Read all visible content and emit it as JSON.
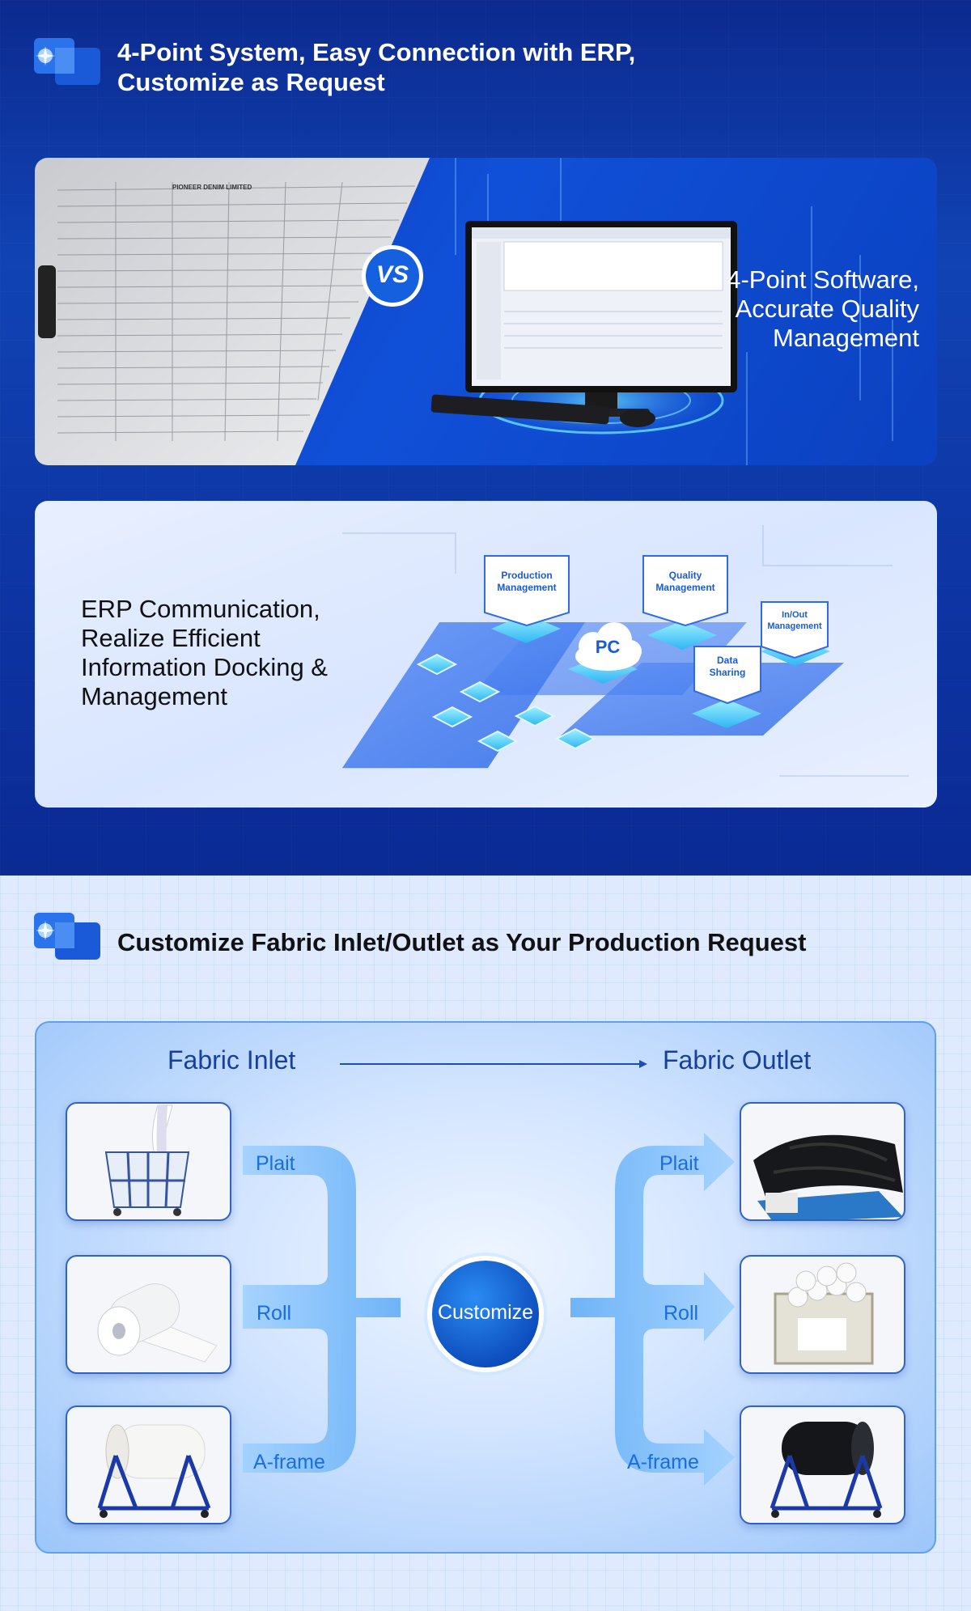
{
  "section_erp": {
    "title_line1": "4-Point System, Easy Connection with ERP,",
    "title_line2": "Customize as Request",
    "software_panel": {
      "vs_badge": "VS",
      "caption_line1": "4-Point Software,",
      "caption_line2": "Accurate Quality",
      "caption_line3": "Management",
      "paper_form_heading": "PIONEER DENIM LIMITED"
    },
    "erp_panel": {
      "caption_line1": "ERP Communication,",
      "caption_line2": "Realize Efficient",
      "caption_line3": "Information Docking &",
      "caption_line4": "Management",
      "nodes": {
        "production_line1": "Production",
        "production_line2": "Management",
        "quality_line1": "Quality",
        "quality_line2": "Management",
        "inout_line1": "In/Out",
        "inout_line2": "Management",
        "data_line1": "Data",
        "data_line2": "Sharing",
        "pc": "PC"
      }
    }
  },
  "section_custom": {
    "title": "Customize Fabric Inlet/Outlet as Your Production Request",
    "inlet_title": "Fabric Inlet",
    "outlet_title": "Fabric Outlet",
    "center": "Customize",
    "inlet_options": [
      "Plait",
      "Roll",
      "A-frame"
    ],
    "outlet_options": [
      "Plait",
      "Roll",
      "A-frame"
    ]
  },
  "colors": {
    "primary_blue": "#0d2f9c",
    "accent_blue": "#1a6de0",
    "light_bg": "#dfeaff"
  },
  "icons": [
    "section-logo-icon",
    "vs-badge-icon",
    "monitor-icon",
    "cloud-pc-icon",
    "arrow-right-icon"
  ]
}
